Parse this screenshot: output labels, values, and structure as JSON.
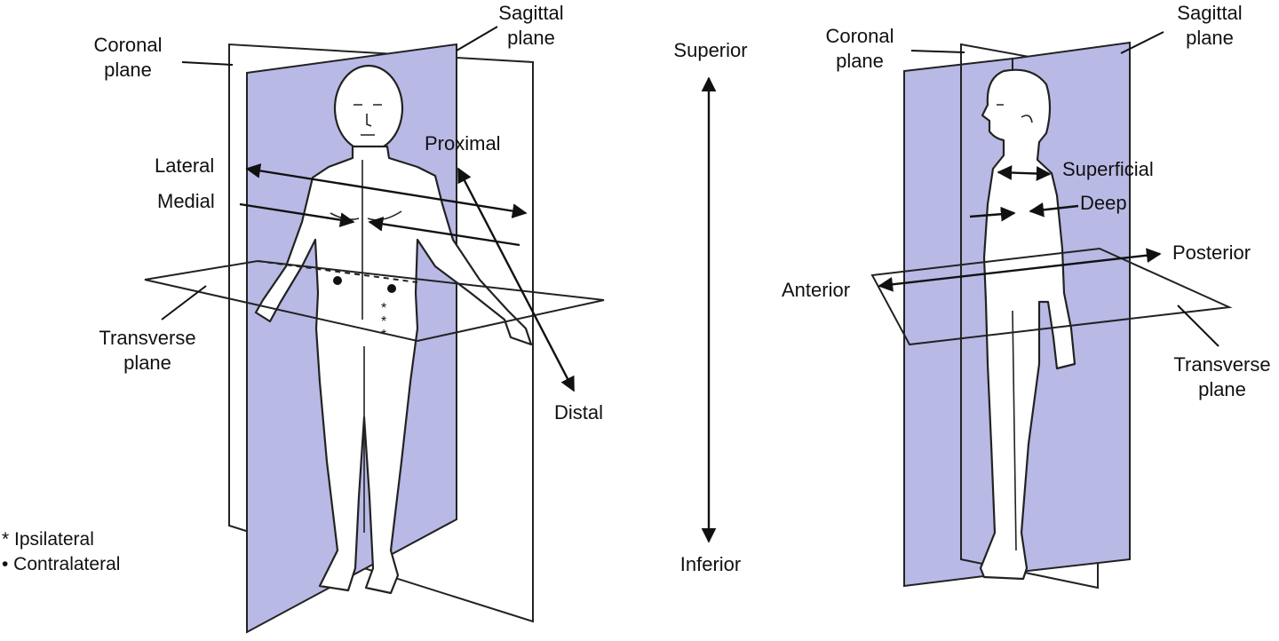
{
  "colors": {
    "plane_fill": "#b9b9e6",
    "transverse_fill": "#ffffff",
    "line": "#222222"
  },
  "left_figure": {
    "coronal_plane": "Coronal\nplane",
    "sagittal_plane": "Sagittal\nplane",
    "transverse_plane": "Transverse\nplane",
    "lateral": "Lateral",
    "medial": "Medial",
    "proximal": "Proximal",
    "distal": "Distal"
  },
  "center_axis": {
    "superior": "Superior",
    "inferior": "Inferior"
  },
  "right_figure": {
    "coronal_plane": "Coronal\nplane",
    "sagittal_plane": "Sagittal\nplane",
    "transverse_plane": "Transverse\nplane",
    "superficial": "Superficial",
    "deep": "Deep",
    "anterior": "Anterior",
    "posterior": "Posterior"
  },
  "legend": {
    "ipsilateral": "* Ipsilateral",
    "contralateral": "• Contralateral"
  }
}
